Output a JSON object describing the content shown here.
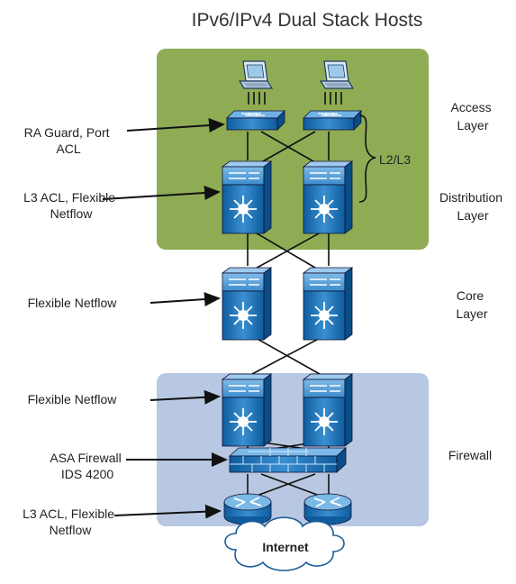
{
  "title": "IPv6/IPv4 Dual Stack Hosts",
  "left_labels": {
    "ra_guard": [
      "RA Guard, Port",
      "ACL"
    ],
    "dist_acl": [
      "L3 ACL, Flexible",
      "Netflow"
    ],
    "core_netflow": [
      "Flexible Netflow"
    ],
    "fw_netflow": [
      "Flexible Netflow"
    ],
    "asa": [
      "ASA Firewall",
      "IDS 4200"
    ],
    "edge_acl": [
      "L3 ACL, Flexible",
      "Netflow"
    ]
  },
  "right_labels": {
    "access": [
      "Access",
      "Layer"
    ],
    "l2l3": "L2/L3",
    "distribution": [
      "Distribution",
      "Layer"
    ],
    "core": [
      "Core",
      "Layer"
    ],
    "firewall": "Firewall"
  },
  "cloud_label": "Internet",
  "colors": {
    "green_zone": "#8fac55",
    "blue_zone": "#b8c8e2",
    "device_blue": "#1d6fb3",
    "device_light": "#4a9ad6"
  }
}
